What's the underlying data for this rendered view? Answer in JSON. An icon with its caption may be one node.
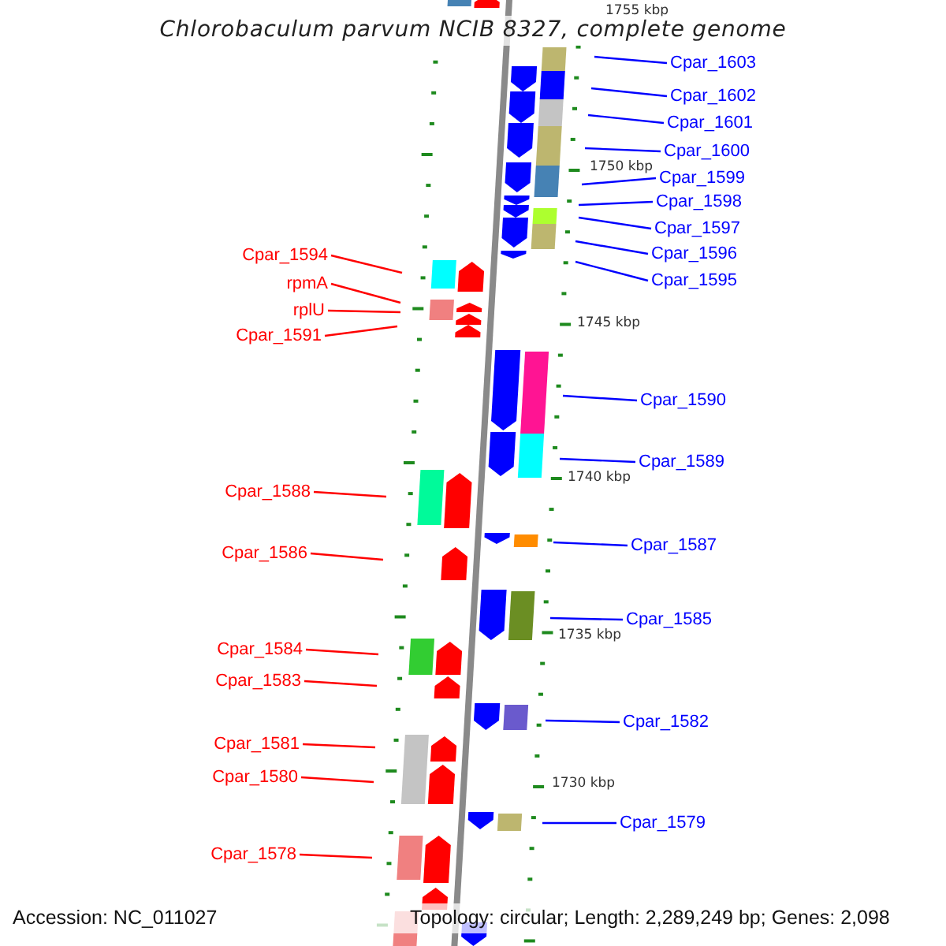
{
  "diagram": {
    "title": "Chlorobaculum parvum NCIB 8327, complete genome",
    "nodes": [
      {
        "text": [
          "Cpar_1603"
        ]
      },
      {
        "text": [
          "Cpar_1602"
        ]
      },
      {
        "text": [
          "Cpar_1601"
        ]
      },
      {
        "text": [
          "Cpar_1600"
        ]
      },
      {
        "text": [
          "Cpar_1599"
        ]
      },
      {
        "text": [
          "Cpar_1598"
        ]
      },
      {
        "text": [
          "Cpar_1597"
        ]
      },
      {
        "text": [
          "Cpar_1596"
        ]
      },
      {
        "text": [
          "Cpar_1594"
        ]
      },
      {
        "text": [
          "Cpar_1595"
        ]
      },
      {
        "text": [
          "rpmA"
        ]
      },
      {
        "text": [
          "rplU"
        ]
      },
      {
        "text": [
          "Cpar_1591"
        ]
      },
      {
        "text": [
          "Cpar_1590"
        ]
      },
      {
        "text": [
          "Cpar_1589"
        ]
      },
      {
        "text": [
          "Cpar_1588"
        ]
      },
      {
        "text": [
          "Cpar_1587"
        ]
      },
      {
        "text": [
          "Cpar_1586"
        ]
      },
      {
        "text": [
          "Cpar_1585"
        ]
      },
      {
        "text": [
          "Cpar_1584"
        ]
      },
      {
        "text": [
          "Cpar_1583"
        ]
      },
      {
        "text": [
          "Cpar_1582"
        ]
      },
      {
        "text": [
          "Cpar_1581"
        ]
      },
      {
        "text": [
          "Cpar_1580"
        ]
      },
      {
        "text": [
          "Cpar_1579"
        ]
      },
      {
        "text": [
          "Cpar_1578"
        ]
      }
    ],
    "edges": [
      {
        "from": 0,
        "to": null,
        "arrow": "none"
      },
      {
        "from": 1,
        "to": null,
        "arrow": "none"
      },
      {
        "from": 2,
        "to": null,
        "arrow": "none"
      },
      {
        "from": 3,
        "to": null,
        "arrow": "none"
      },
      {
        "from": 4,
        "to": null,
        "arrow": "none"
      },
      {
        "from": 5,
        "to": null,
        "arrow": "none"
      },
      {
        "from": 6,
        "to": null,
        "arrow": "none"
      },
      {
        "from": 7,
        "to": null,
        "arrow": "none"
      },
      {
        "from": 8,
        "to": null,
        "arrow": "none",
        "color": "#ff0000"
      },
      {
        "from": 9,
        "to": null,
        "arrow": "none"
      },
      {
        "from": 10,
        "to": null,
        "arrow": "none",
        "color": "#ff0000"
      },
      {
        "from": 11,
        "to": null,
        "arrow": "none",
        "color": "#ff0000"
      },
      {
        "from": 12,
        "to": null,
        "arrow": "none",
        "color": "#ff0000"
      },
      {
        "from": 13,
        "to": null,
        "arrow": "none"
      },
      {
        "from": 14,
        "to": null,
        "arrow": "none"
      },
      {
        "from": 15,
        "to": null,
        "arrow": "none",
        "color": "#ff0000"
      },
      {
        "from": 16,
        "to": null,
        "arrow": "none"
      },
      {
        "from": 17,
        "to": null,
        "arrow": "none",
        "color": "#ff0000"
      },
      {
        "from": 18,
        "to": null,
        "arrow": "none"
      },
      {
        "from": 19,
        "to": null,
        "arrow": "none",
        "color": "#ff0000"
      },
      {
        "from": 20,
        "to": null,
        "arrow": "none",
        "color": "#ff0000"
      },
      {
        "from": 21,
        "to": null,
        "arrow": "none"
      },
      {
        "from": 22,
        "to": null,
        "arrow": "none",
        "color": "#ff0000"
      },
      {
        "from": 23,
        "to": null,
        "arrow": "none",
        "color": "#ff0000"
      },
      {
        "from": 24,
        "to": null,
        "arrow": "none"
      },
      {
        "from": 25,
        "to": null,
        "arrow": "none",
        "color": "#ff0000"
      }
    ],
    "labels": [
      "1755 kbp",
      "1750 kbp",
      "1745 kbp",
      "1740 kbp",
      "1735 kbp",
      "1730 kbp",
      "Accession: NC_011027",
      "Topology: circular; Length: 2,289,249 bp; Genes: 2,098"
    ]
  }
}
